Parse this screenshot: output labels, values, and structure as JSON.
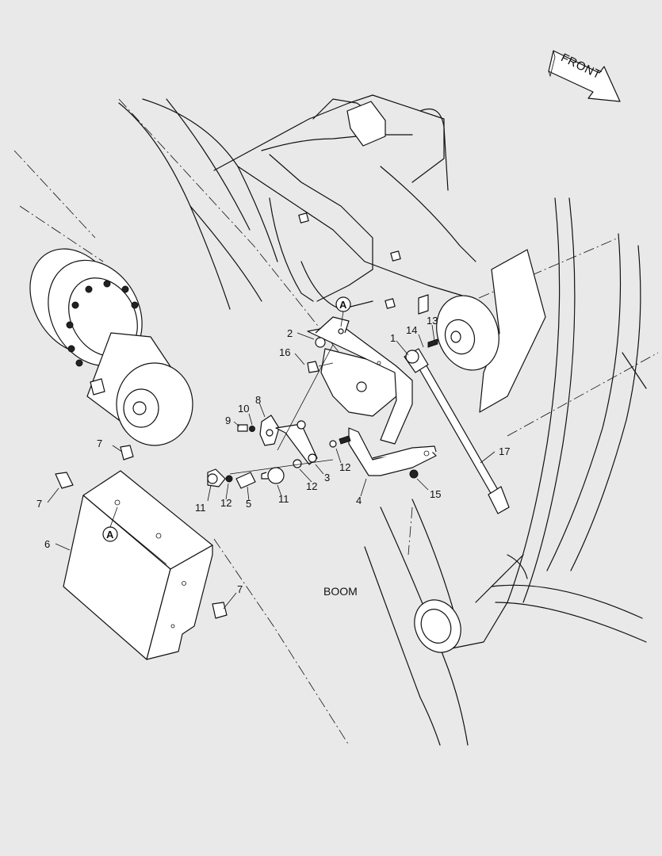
{
  "diagram": {
    "direction_label": "FRONT",
    "component_label": "BOOM",
    "reference_marker": "A",
    "callouts": {
      "c1": "1",
      "c2": "2",
      "c3": "3",
      "c4": "4",
      "c5": "5",
      "c6": "6",
      "c7a": "7",
      "c7b": "7",
      "c7c": "7",
      "c8": "8",
      "c9": "9",
      "c10": "10",
      "c11a": "11",
      "c11b": "11",
      "c12a": "12",
      "c12b": "12",
      "c12c": "12",
      "c13": "13",
      "c14": "14",
      "c15": "15",
      "c16": "16",
      "c17": "17"
    }
  }
}
